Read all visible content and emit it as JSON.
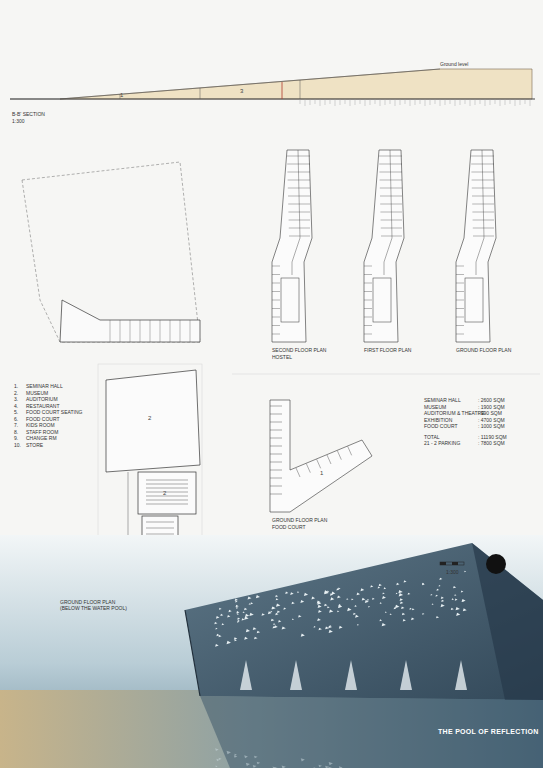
{
  "diagram": {
    "labels": [
      "Ground level",
      "B-B' SECTION",
      "1:300",
      "SECOND FLOOR PLAN",
      "HOSTEL",
      "FIRST FLOOR PLAN",
      "GROUND FLOOR PLAN",
      "1.",
      "SEMINAR HALL",
      "2.",
      "MUSEUM",
      "3.",
      "AUDITORIUM",
      "4.",
      "RESTAURANT",
      "5.",
      "FOOD COURT SEATING",
      "6.",
      "FOOD COURT",
      "7.",
      "KIDS ROOM",
      "8.",
      "STAFF ROOM",
      "9.",
      "CHANGE RM",
      "10.",
      "STORE",
      "SEMINAR HALL",
      ": 2600 SQM",
      "MUSEUM",
      ": 1900 SQM",
      "AUDITORIUM & THEATRE",
      ": 990 SQM",
      "EXHIBITION",
      ": 4700 SQM",
      "FOOD COURT",
      ": 1000 SQM",
      "TOTAL",
      ": 11190 SQM",
      "21 - 2 PARKING",
      ": 7800 SQM",
      "GROUND FLOOR PLAN",
      "FOOD COURT",
      "2",
      "1",
      "3",
      "1",
      "2",
      "GROUND FLOOR PLAN (BELOW THE WATER POOL)",
      "THE POOL OF REFLECTION",
      "1:300"
    ]
  }
}
